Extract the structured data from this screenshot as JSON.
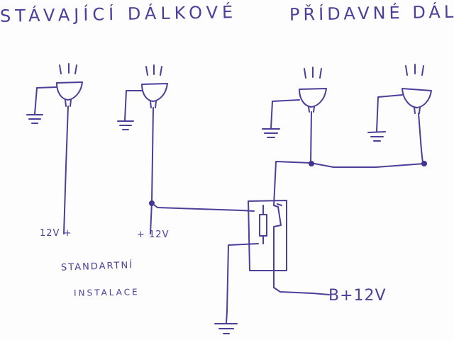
{
  "diagram": {
    "title_left": "STÁVAJÍCÍ DÁLKOVÉ",
    "title_right": "PŘÍDAVNÉ DÁLKOVÉ",
    "label_supply_1": "12V +",
    "label_supply_2": "+ 12V",
    "note_line1": "STANDARTNÍ",
    "note_line2": "INSTALACE",
    "battery_label": "B+12V",
    "ink_color": "#4b3f9a",
    "components": [
      "lamp-1",
      "lamp-2",
      "lamp-3",
      "lamp-4",
      "relay",
      "ground-symbol"
    ]
  }
}
